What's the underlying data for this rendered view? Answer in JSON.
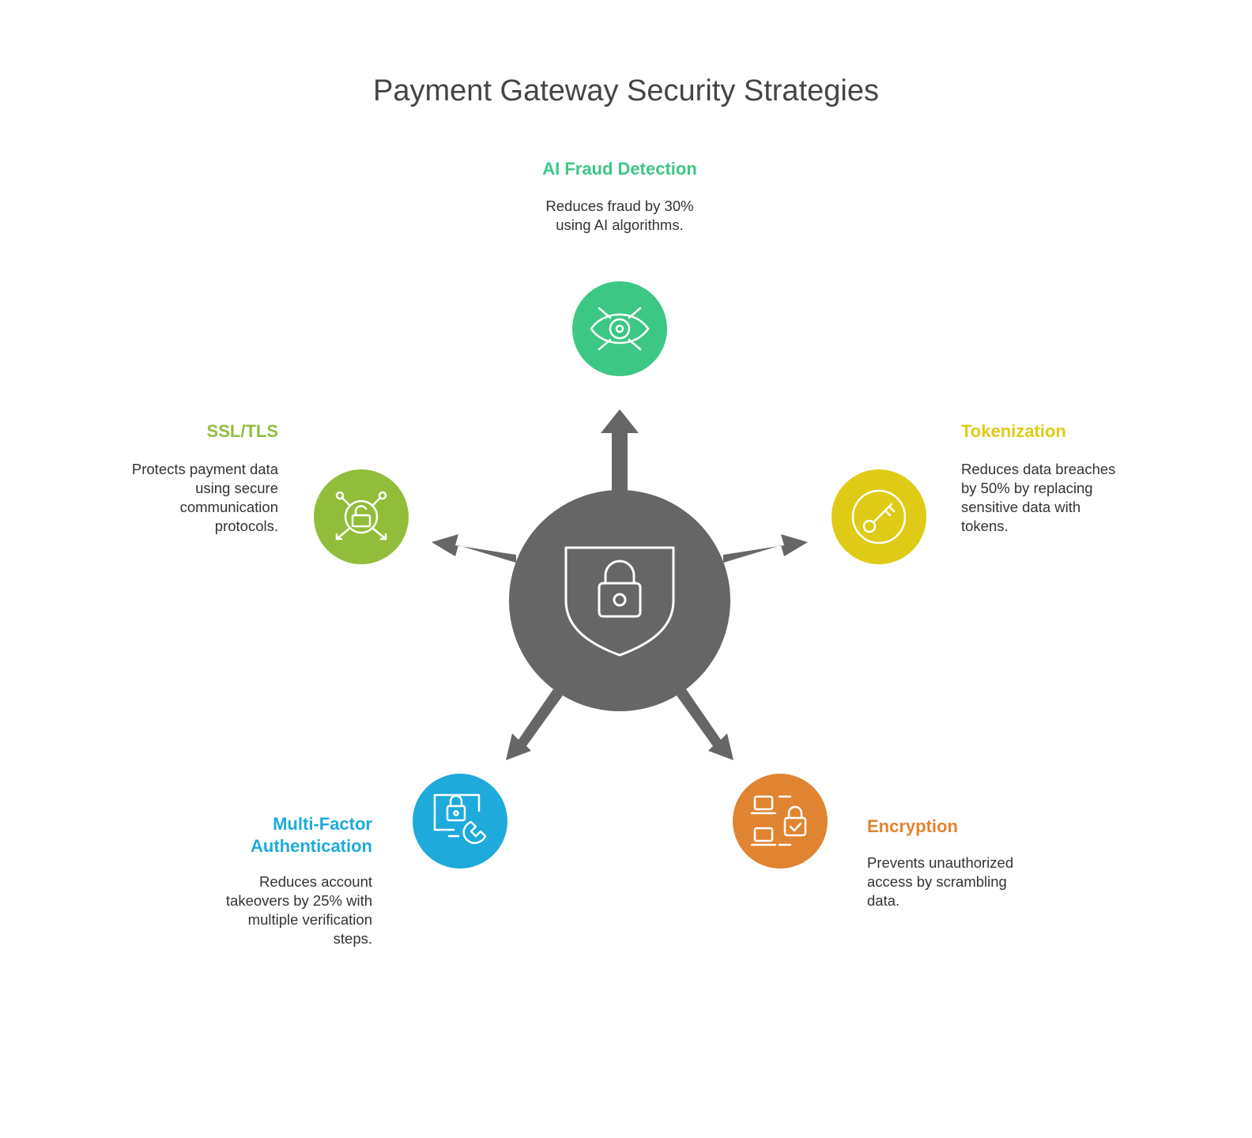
{
  "title": "Payment Gateway Security Strategies",
  "colors": {
    "hub": "#666666",
    "ai_fraud_detection": "#3dc785",
    "tokenization": "#dfcb16",
    "encryption": "#e08432",
    "multi_factor_authentication": "#1eaadb",
    "ssl_tls": "#92bd3a"
  },
  "hub": {
    "icon": "shield-lock-icon"
  },
  "nodes": [
    {
      "id": "ai-fraud-detection",
      "title": "AI Fraud Detection",
      "description": [
        "Reduces fraud by 30%",
        "using AI algorithms."
      ],
      "icon": "eye-scan-icon",
      "color": "#3dc785"
    },
    {
      "id": "tokenization",
      "title": "Tokenization",
      "description": [
        "Reduces data breaches",
        "by 50% by replacing",
        "sensitive data with",
        "tokens."
      ],
      "icon": "key-icon",
      "color": "#dfcb16"
    },
    {
      "id": "encryption",
      "title": "Encryption",
      "description": [
        "Prevents unauthorized",
        "access by scrambling",
        "data."
      ],
      "icon": "devices-lock-icon",
      "color": "#e08432"
    },
    {
      "id": "multi-factor-authentication",
      "title": [
        "Multi-Factor",
        "Authentication"
      ],
      "description": [
        "Reduces account",
        "takeovers by 25% with",
        "multiple verification",
        "steps."
      ],
      "icon": "monitor-phone-lock-icon",
      "color": "#1eaadb"
    },
    {
      "id": "ssl-tls",
      "title": "SSL/TLS",
      "description": [
        "Protects payment data",
        "using secure",
        "communication",
        "protocols."
      ],
      "icon": "network-unlock-icon",
      "color": "#92bd3a"
    }
  ]
}
